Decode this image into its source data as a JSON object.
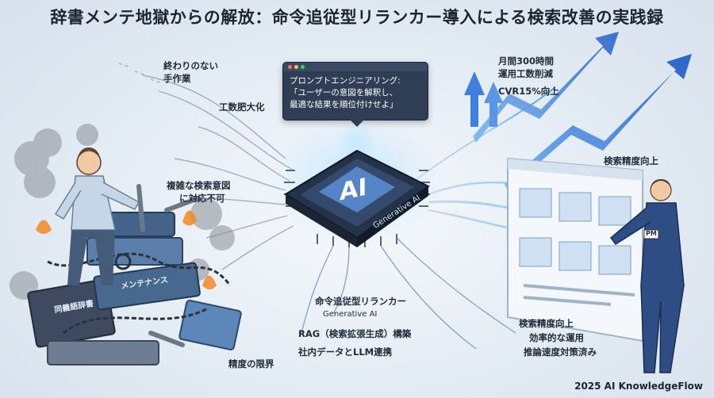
{
  "title": "辞書メンテ地獄からの解放：命令追従型リランカー導入による検索改善の実践録",
  "left_labels": {
    "manual_work_1": "終わりのない",
    "manual_work_2": "手作業",
    "effort_bloat": "工数肥大化",
    "complex_intent_1": "複雑な検索意図",
    "complex_intent_2": "に対応不可",
    "accuracy_limit": "精度の限界"
  },
  "book_labels": {
    "synonym_dict": "同義語辞書",
    "maintenance": "メンテナンス"
  },
  "prompt_popup": {
    "line1": "プロンプトエンジニアリング:",
    "line2": "「ユーザーの意図を解釈し、",
    "line3": "最適な結果を順位付けせよ」"
  },
  "chip": {
    "ai": "AI",
    "generative": "Generative AI"
  },
  "bottom_labels": {
    "reranker": "命令追従型リランカー",
    "generative_ai": "Generative AI",
    "rag": "RAG（検索拡張生成）構築",
    "llm": "社内データとLLM連携"
  },
  "right_top_labels": {
    "hours_1": "月間300時間",
    "hours_2": "運用工数削減",
    "cvr": "CVR15%向上",
    "accuracy_up": "検索精度向上"
  },
  "right_bottom_labels": {
    "accuracy_up": "検索精度向上",
    "efficient_ops": "効率的な運用",
    "inference_speed": "推論速度対策済み"
  },
  "badge": "PM",
  "credit": "2025 AI KnowledgeFlow",
  "colors": {
    "accent_blue": "#2f6fd6",
    "flow_light": "#9fd2ff",
    "chip_dark": "#24324a",
    "fire": "#f08a24"
  }
}
